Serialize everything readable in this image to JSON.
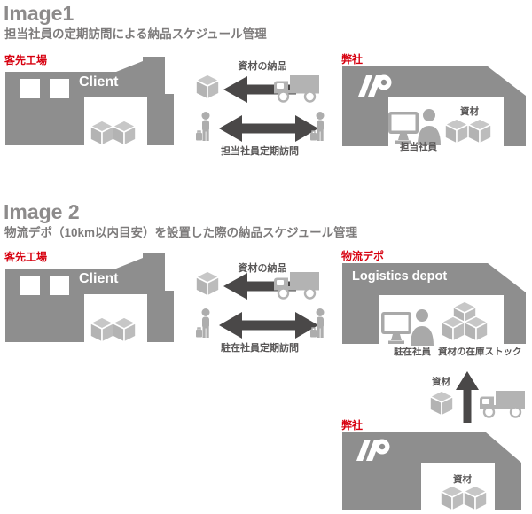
{
  "colors": {
    "building_gray": "#8e8e8e",
    "item_gray": "#b3b3b3",
    "arrow_dark": "#4a4848",
    "label_red": "#d7000f",
    "heading_gray": "#8d8b8b",
    "text_gray": "#595757"
  },
  "sections": {
    "image1": {
      "title": "Image1",
      "subtitle": "担当社員の定期訪問による納品スケジュール管理",
      "client_label": "客先工場",
      "client_name": "Client",
      "delivery_label": "資材の納品",
      "visit_label": "担当社員定期訪問",
      "company_label": "弊社",
      "materials_label": "資材",
      "staff_label": "担当社員"
    },
    "image2": {
      "title": "Image 2",
      "subtitle": "物流デポ（10km以内目安）を設置した際の納品スケジュール管理",
      "client_label": "客先工場",
      "client_name": "Client",
      "delivery_label": "資材の納品",
      "visit_label": "駐在社員定期訪問",
      "depot_label": "物流デポ",
      "depot_name": "Logistics depot",
      "resident_staff_label": "駐在社員",
      "stock_label": "資材の在庫ストック",
      "transfer_materials_label": "資材",
      "company_label": "弊社",
      "company_materials_label": "資材"
    }
  }
}
